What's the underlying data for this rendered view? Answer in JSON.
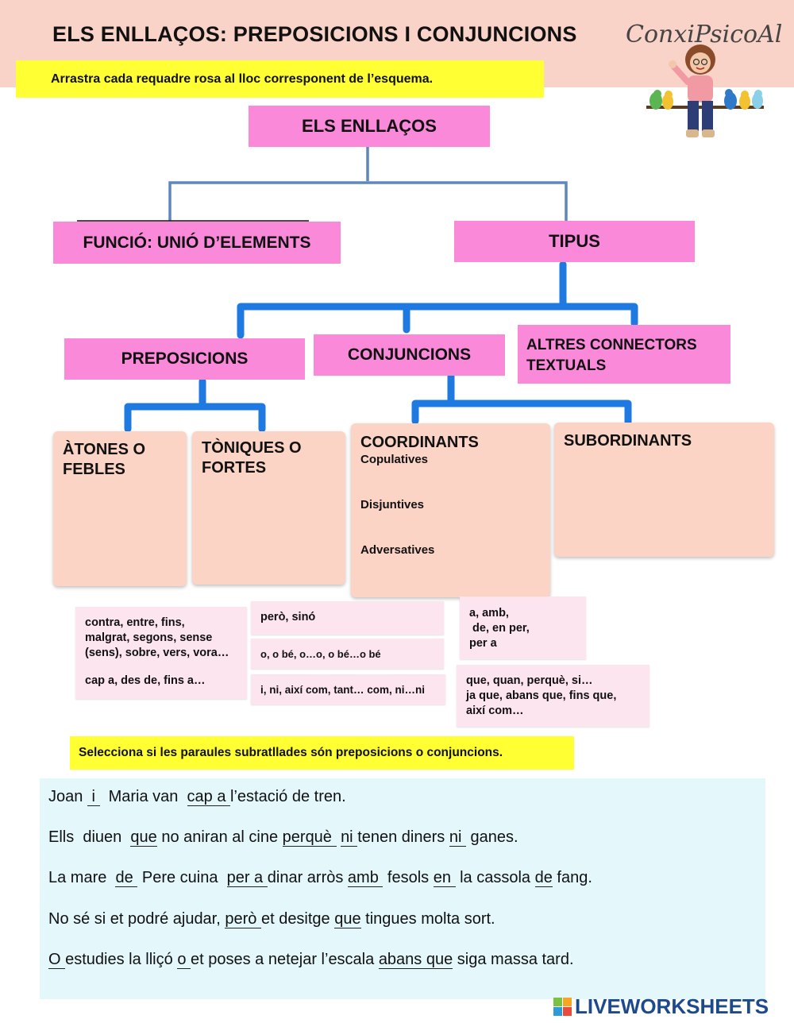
{
  "header": {
    "title": "ELS ENLLAÇOS: PREPOSICIONS I CONJUNCIONS",
    "brand": "ConxiPsicoAl"
  },
  "instruction_drag": "Arrastra cada requadre rosa al lloc corresponent de l’esquema.",
  "diagram": {
    "root": "ELS ENLLAÇOS",
    "funcio": "FUNCIÓ: UNIÓ D’ELEMENTS",
    "tipus": "TIPUS",
    "preposicions": "PREPOSICIONS",
    "conjuncions": "CONJUNCIONS",
    "altres": "ALTRES CONNECTORS TEXTUALS",
    "atones": "ÀTONES O FEBLES",
    "toniques": "TÒNIQUES O FORTES",
    "coordinants": "COORDINANTS",
    "coord_sub": [
      "Copulatives",
      "Disjuntives",
      "Adversatives"
    ],
    "subordinants": "SUBORDINANTS"
  },
  "drag_items": {
    "toniques_list": [
      "contra, entre, fins,",
      "malgrat, segons, sense",
      "(sens), sobre, vers, vora…",
      "",
      "cap a, des de, fins a…"
    ],
    "adversatives": "però, sinó",
    "disjuntives": "o, o bé, o…o,  o bé…o bé",
    "copulatives": "i, ni, així com, tant… com, ni…ni",
    "atones_list": [
      "a, amb,",
      " de, en per,",
      "per a"
    ],
    "subordinants_list": [
      "que, quan, perquè, si…",
      "ja que, abans que, fins que,",
      "així com…"
    ]
  },
  "instruction_select": "Selecciona si les paraules subratllades són preposicions o conjuncions.",
  "sentences": [
    [
      [
        "Joan ",
        false
      ],
      [
        " i ",
        true
      ],
      [
        "  Maria van  ",
        false
      ],
      [
        "cap a ",
        true
      ],
      [
        "l’estació de tren.",
        false
      ]
    ],
    [
      [
        "Ells  diuen  ",
        false
      ],
      [
        "que",
        true
      ],
      [
        " no aniran al cine ",
        false
      ],
      [
        "perquè ",
        true
      ],
      [
        " ",
        false
      ],
      [
        "ni ",
        true
      ],
      [
        "tenen diners ",
        false
      ],
      [
        "ni ",
        true
      ],
      [
        " ganes.",
        false
      ]
    ],
    [
      [
        "La mare  ",
        false
      ],
      [
        "de ",
        true
      ],
      [
        " Pere cuina  ",
        false
      ],
      [
        "per a ",
        true
      ],
      [
        "dinar arròs ",
        false
      ],
      [
        "amb ",
        true
      ],
      [
        " fesols ",
        false
      ],
      [
        "en ",
        true
      ],
      [
        " la cassola ",
        false
      ],
      [
        "de",
        true
      ],
      [
        " fang.",
        false
      ]
    ],
    [
      [
        "No sé si et podré ajudar, ",
        false
      ],
      [
        "però ",
        true
      ],
      [
        "et desitge ",
        false
      ],
      [
        "que",
        true
      ],
      [
        " tingues molta sort.",
        false
      ]
    ],
    [
      [
        "O ",
        true
      ],
      [
        "estudies la lliçó ",
        false
      ],
      [
        "o ",
        true
      ],
      [
        "et poses a netejar l’escala ",
        false
      ],
      [
        "abans que",
        true
      ],
      [
        " siga massa tard.",
        false
      ]
    ]
  ],
  "footer": {
    "brand": "LIVEWORKSHEETS"
  },
  "colors": {
    "header_bg": "#f9d3c7",
    "instruction_bg": "#ffff33",
    "pink_box": "#fb89da",
    "peach_box": "#fbd4c6",
    "drag_bg": "#fde5f0",
    "connector": "#1e7ae0",
    "sentence_bg": "#e4f8fc",
    "brand_blue": "#1d4a8c"
  },
  "icons": {
    "avatar": "teacher-avatar-with-birds",
    "logo": "liveworksheets-logo"
  }
}
